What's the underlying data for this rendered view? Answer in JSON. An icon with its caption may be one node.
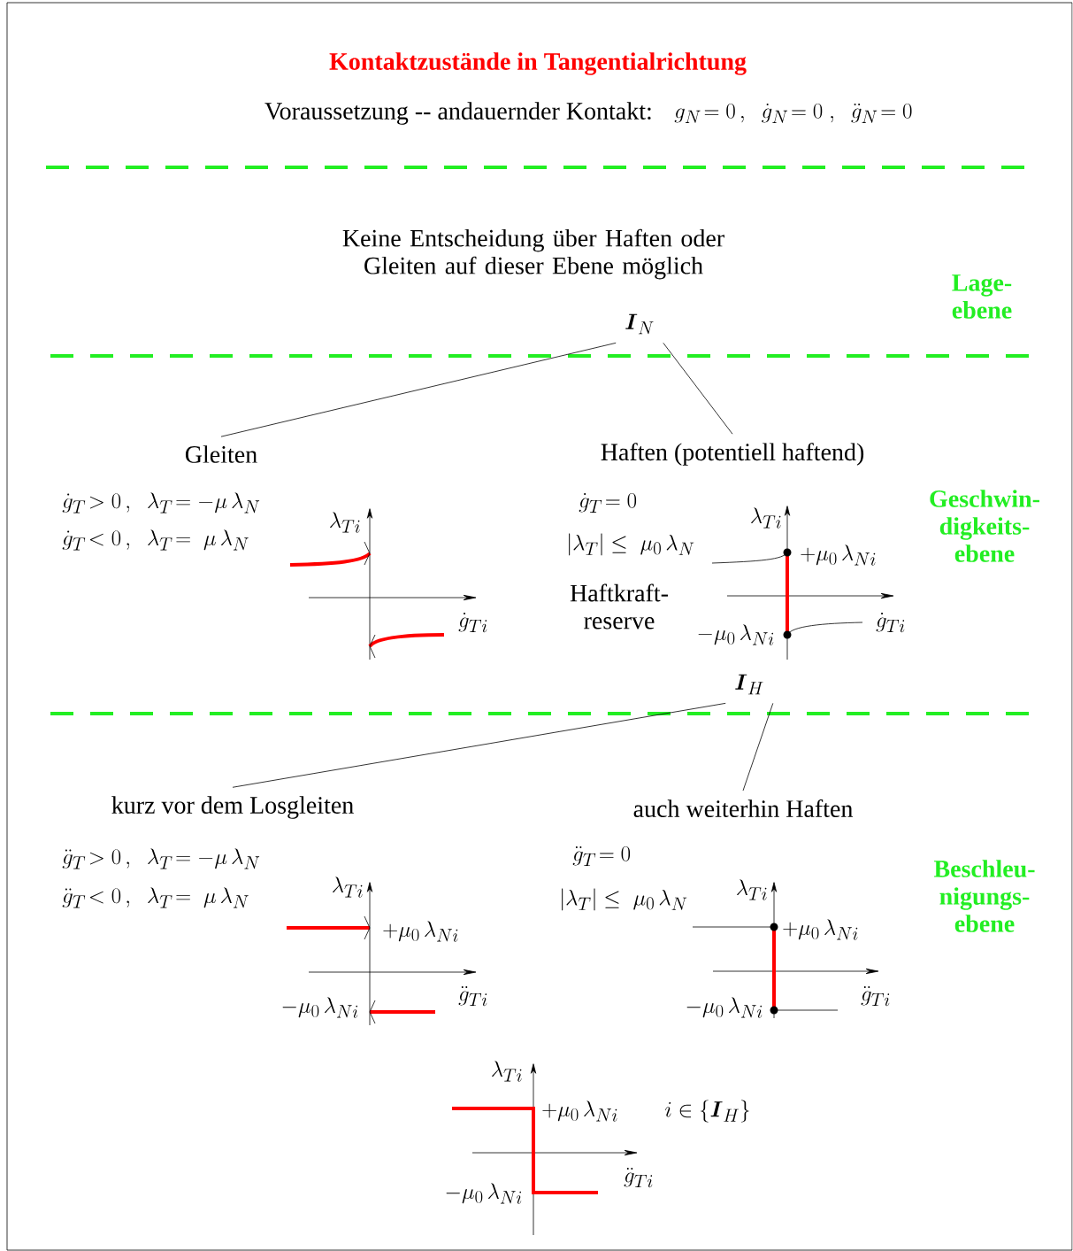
{
  "diagram": {
    "title": "Kontaktzustände in Tangentialrichtung",
    "nodes": [
      {
        "text": [
          "\\boldsymbol{I}_{N}"
        ]
      },
      {
        "text": [
          "Gleiten"
        ]
      },
      {
        "text": [
          "Haften  (potentiell haftend)"
        ]
      },
      {
        "text": [
          "\\boldsymbol{I}_{H}"
        ]
      },
      {
        "text": [
          "kurz vor dem Losgleiten"
        ]
      },
      {
        "text": [
          "auch weiterhin Haften"
        ]
      }
    ],
    "edges": [
      {
        "from": 0,
        "to": 1,
        "arrow": "none"
      },
      {
        "from": 0,
        "to": 2,
        "arrow": "none"
      },
      {
        "from": 3,
        "to": 4,
        "arrow": "none"
      },
      {
        "from": 3,
        "to": 5,
        "arrow": "none"
      }
    ],
    "labels": [
      "Voraussetzung -- andauernder Kontakt:",
      "g_{N}\\!=0\\,,\\;\\;\\dot{g}_{N}\\!=0\\;,\\;\\;\\ddot{g}_{N}\\!=0",
      "Keine Entscheidung über Haften oder Gleiten auf dieser Ebene möglich",
      "Lage- ebene",
      "\\dot{g}_{T}\\!>0\\,,\\;\\;\\lambda_{T}\\!=-\\mu\\,\\lambda_{N}",
      "\\dot{g}_{T}\\!<0\\,,\\;\\;\\lambda_{T}\\!=\\;\\mu\\,\\lambda_{N}",
      "\\lambda_{Ti}",
      "\\dot{g}_{Ti}",
      "Geschwin- digkeits- ebene",
      "\\dot{g}_{T}\\!=0",
      "|\\lambda_{T}|\\le\\;\\mu_{0}\\,\\lambda_{N}",
      "\\lambda_{Ti}",
      "+\\mu_{0}\\,\\lambda_{Ni}",
      "Haftkraft- reserve",
      "\\dot{g}_{Ti}",
      "-\\mu_{0}\\,\\lambda_{Ni}",
      "\\ddot{g}_{T}\\!>0\\,,\\;\\;\\lambda_{T}\\!=-\\mu\\,\\lambda_{N}",
      "\\ddot{g}_{T}\\!<0\\,,\\;\\;\\lambda_{T}\\!=\\;\\mu\\,\\lambda_{N}",
      "\\lambda_{Ti}",
      "+\\mu_{0}\\,\\lambda_{Ni}",
      "\\ddot{g}_{Ti}",
      "-\\mu_{0}\\,\\lambda_{Ni}",
      "Beschleu- nigungs- ebene",
      "\\ddot{g}_{T}\\!=0",
      "|\\lambda_{T}|\\le\\;\\mu_{0}\\,\\lambda_{N}",
      "\\lambda_{Ti}",
      "+\\mu_{0}\\,\\lambda_{Ni}",
      "\\ddot{g}_{Ti}",
      "-\\mu_{0}\\,\\lambda_{Ni}",
      "\\lambda_{Ti}",
      "+\\mu_{0}\\,\\lambda_{Ni}",
      "i\\in\\{\\boldsymbol{I}_{H}\\}",
      "\\ddot{g}_{Ti}",
      "-\\mu_{0}\\,\\lambda_{Ni}"
    ]
  }
}
